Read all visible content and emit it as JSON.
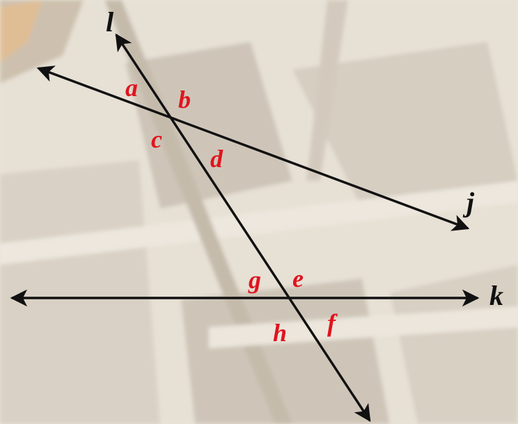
{
  "lines": {
    "transversal": "l",
    "upper": "j",
    "lower": "k"
  },
  "angles": {
    "a": "a",
    "b": "b",
    "c": "c",
    "d": "d",
    "e": "e",
    "f": "f",
    "g": "g",
    "h": "h"
  },
  "colors": {
    "lines": "#111111",
    "angle_labels": "#e0141e",
    "background_wash": "#e9e3d8"
  }
}
